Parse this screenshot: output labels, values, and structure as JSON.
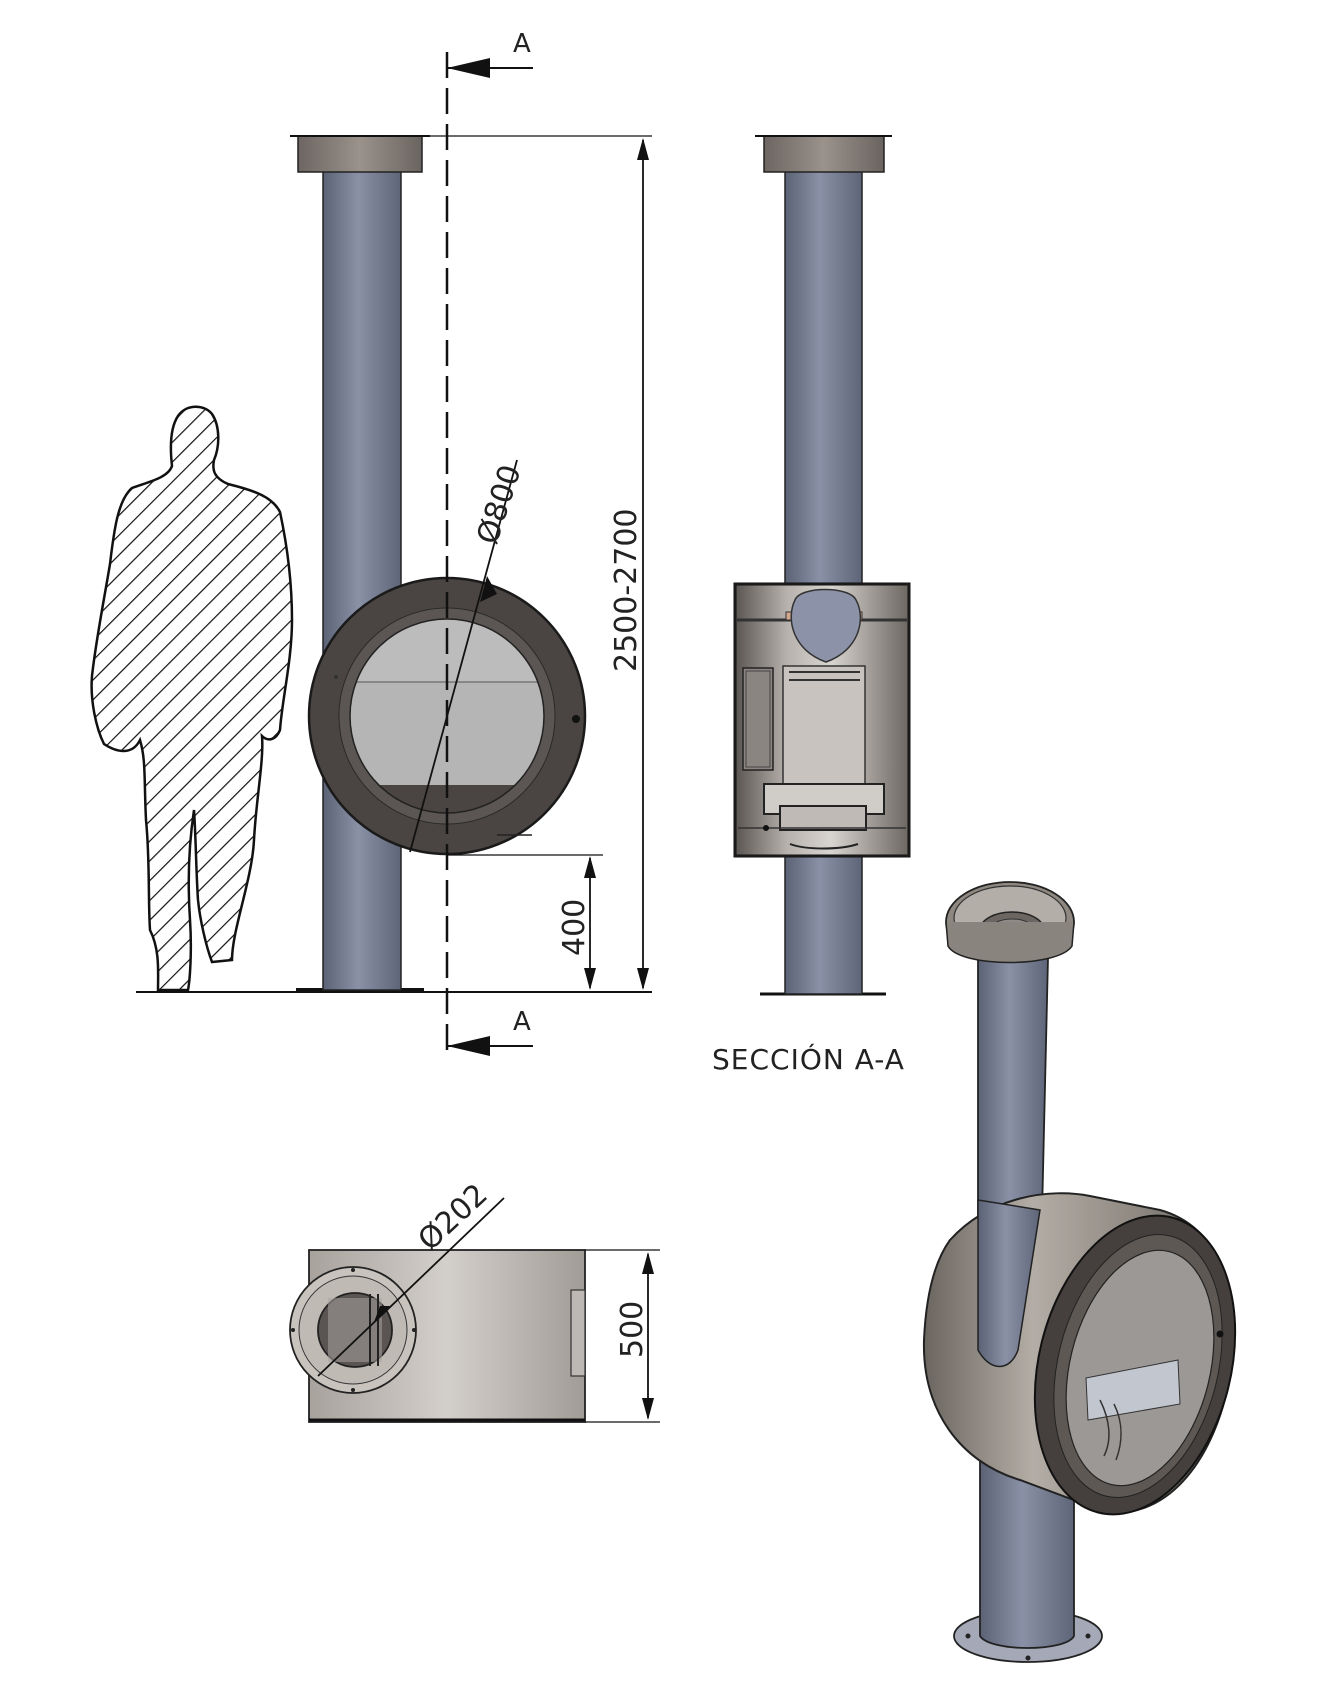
{
  "drawing": {
    "section_marker_top": "A",
    "section_marker_bottom": "A",
    "section_caption": "SECCIÓN A-A",
    "dim_overall_height": "2500-2700",
    "dim_body_diameter": "Ø800",
    "dim_floor_clearance": "400",
    "dim_flue_diameter": "Ø202",
    "dim_body_depth": "500"
  },
  "colors": {
    "pipe": "#727a8f",
    "pipe_dark": "#4b5163",
    "body_ring": "#4a4542",
    "glass": "#b8b8b8",
    "body_light": "#c9c5c0",
    "collar": "#7a736d",
    "line": "#111111"
  }
}
